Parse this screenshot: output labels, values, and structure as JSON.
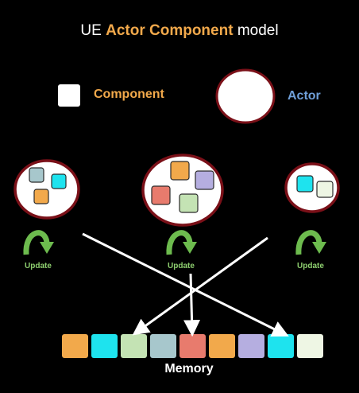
{
  "title": {
    "prefix": "UE ",
    "highlight": "Actor Component",
    "suffix": " model"
  },
  "legend": {
    "component_label": "Component",
    "actor_label": "Actor"
  },
  "update_label": "Update",
  "memory_label": "Memory",
  "colors": {
    "background": "#000000",
    "title_accent": "#f2a94b",
    "component_label": "#f2a94b",
    "actor_label": "#6f9fd8",
    "update_text": "#8ecf6f",
    "update_arrow": "#6dbb4e",
    "actor_fill": "#ffffff",
    "actor_border": "#7a1018",
    "connector_line": "#ffffff"
  },
  "actors": [
    {
      "name": "actor-left",
      "components": [
        {
          "color": "#a7c7cc",
          "icon": "component-square"
        },
        {
          "color": "#1ee3ee",
          "icon": "component-square"
        },
        {
          "color": "#f2a94b",
          "icon": "component-square"
        }
      ]
    },
    {
      "name": "actor-center",
      "components": [
        {
          "color": "#f2a94b",
          "icon": "component-square"
        },
        {
          "color": "#b5aee0",
          "icon": "component-square"
        },
        {
          "color": "#e87b6d",
          "icon": "component-square"
        },
        {
          "color": "#c4e3b4",
          "icon": "component-square"
        }
      ]
    },
    {
      "name": "actor-right",
      "components": [
        {
          "color": "#1ee3ee",
          "icon": "component-square"
        },
        {
          "color": "#eef6e4",
          "icon": "component-square"
        }
      ]
    }
  ],
  "memory_cells": [
    {
      "color": "#f2a94b"
    },
    {
      "color": "#1ee3ee"
    },
    {
      "color": "#c4e3b4"
    },
    {
      "color": "#a7c7cc"
    },
    {
      "color": "#e87b6d"
    },
    {
      "color": "#f2a94b"
    },
    {
      "color": "#b5aee0"
    },
    {
      "color": "#1ee3ee"
    },
    {
      "color": "#eef6e4"
    }
  ]
}
